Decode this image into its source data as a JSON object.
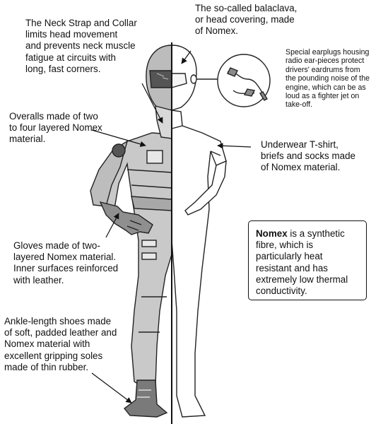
{
  "labels": {
    "neck_strap": "The Neck Strap and Collar\nlimits head movement\nand prevents neck muscle\nfatigue at circuits with\nlong, fast corners.",
    "balaclava": "The so-called balaclava,\nor head covering, made\nof Nomex.",
    "earplugs": "Special earplugs housing\nradio ear-pieces protect\ndrivers' eardrums from\nthe pounding noise of the\nengine, which can be as\nloud as a fighter jet on\ntake-off.",
    "overalls": "Overalls made of two\nto four layered Nomex\nmaterial.",
    "underwear": "Underwear T-shirt,\nbriefs and socks made\nof Nomex material.",
    "gloves": "Gloves made of two-\nlayered Nomex material.\nInner surfaces reinforced\nwith leather.",
    "shoes": "Ankle-length shoes made\nof soft, padded leather and\nNomex material with\nexcellent gripping soles\nmade of thin rubber."
  },
  "info_box": {
    "term": "Nomex",
    "text": " is a synthetic fibre, which is particularly heat resistant and has extremely low thermal conductivity."
  }
}
